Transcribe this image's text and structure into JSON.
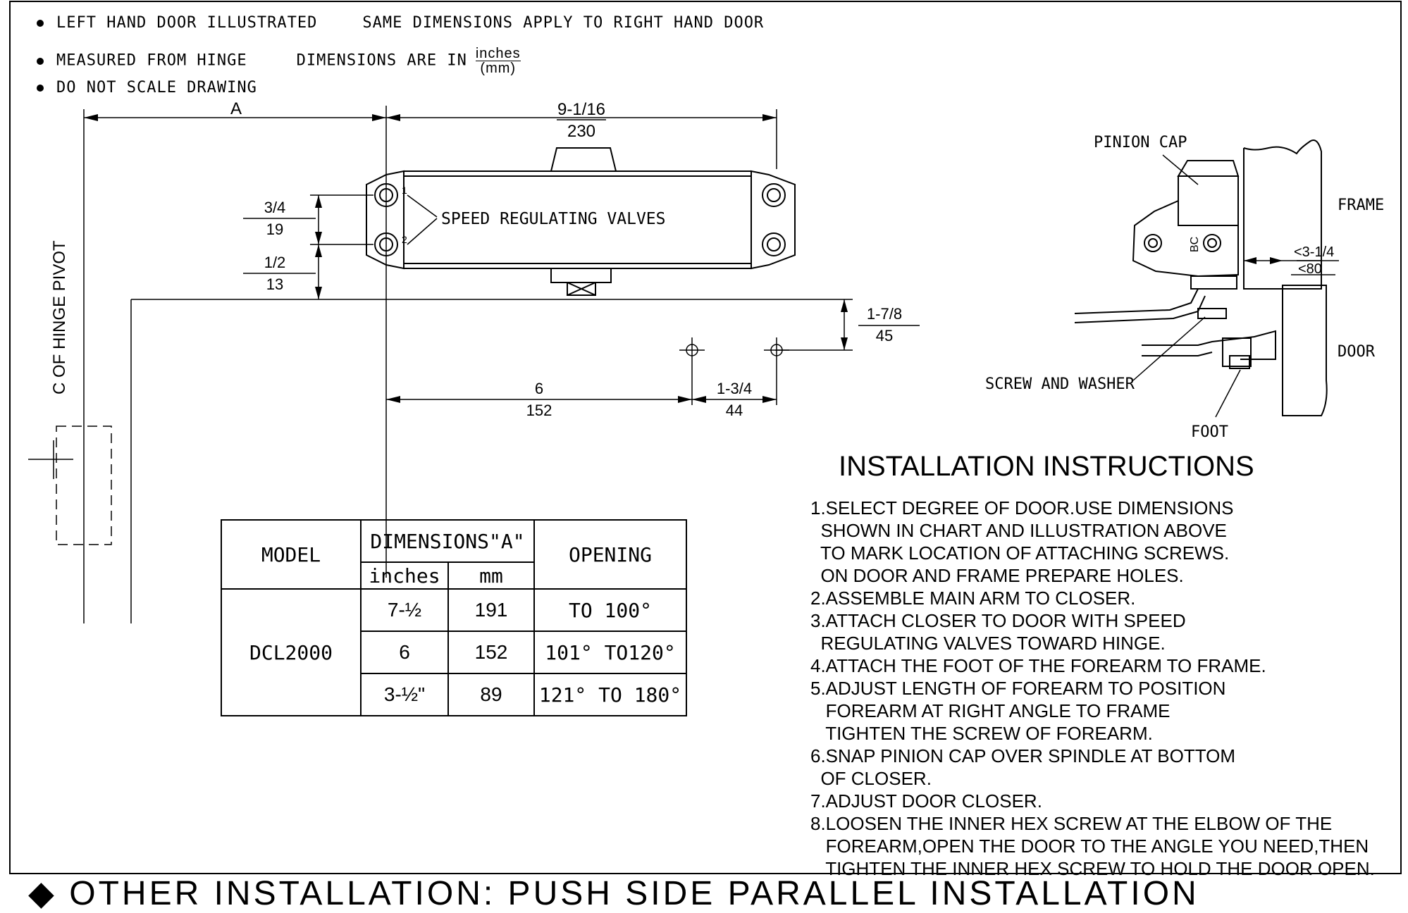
{
  "notes": [
    {
      "text": "LEFT HAND DOOR ILLUSTRATED",
      "extra": "SAME DIMENSIONS APPLY TO RIGHT HAND DOOR"
    },
    {
      "text": "MEASURED FROM HINGE",
      "extra": "DIMENSIONS ARE IN",
      "unit_top": "inches",
      "unit_bottom": "(mm)"
    },
    {
      "text": "DO NOT SCALE DRAWING"
    }
  ],
  "dimensions": {
    "a_label": "A",
    "width_in": "9-1/16",
    "width_mm": "230",
    "offset1_in": "3/4",
    "offset1_mm": "19",
    "offset2_in": "1/2",
    "offset2_mm": "13",
    "drop_in": "1-7/8",
    "drop_mm": "45",
    "hole1_in": "6",
    "hole1_mm": "152",
    "hole2_in": "1-3/4",
    "hole2_mm": "44",
    "valves_label": "SPEED REGULATING VALVES",
    "hinge_pivot_label": "C  OF HINGE PIVOT"
  },
  "side_view": {
    "pinion_cap": "PINION CAP",
    "frame": "FRAME",
    "door": "DOOR",
    "screw_washer": "SCREW AND WASHER",
    "foot": "FOOT",
    "gap_in": "<3-1/4",
    "gap_mm": "<80",
    "bc_label": "BC"
  },
  "table": {
    "header_model": "MODEL",
    "header_dim": "DIMENSIONS\"A\"",
    "header_opening": "OPENING",
    "sub_inches": "inches",
    "sub_mm": "mm",
    "model": "DCL2000",
    "rows": [
      {
        "inches": "7-½",
        "mm": "191",
        "opening": "TO 100°"
      },
      {
        "inches": "6",
        "mm": "152",
        "opening": "101° TO120°"
      },
      {
        "inches": "3-½\"",
        "mm": "89",
        "opening": "121° TO 180°"
      }
    ]
  },
  "instructions": {
    "title": "INSTALLATION INSTRUCTIONS",
    "lines": [
      "1.SELECT DEGREE OF DOOR.USE DIMENSIONS",
      "  SHOWN IN CHART AND ILLUSTRATION ABOVE",
      "  TO MARK LOCATION OF ATTACHING SCREWS.",
      "  ON DOOR AND FRAME PREPARE HOLES.",
      "2.ASSEMBLE MAIN ARM TO CLOSER.",
      "3.ATTACH CLOSER TO DOOR WITH SPEED",
      "  REGULATING VALVES TOWARD HINGE.",
      "4.ATTACH THE FOOT OF THE FOREARM TO FRAME.",
      "5.ADJUST LENGTH OF FOREARM TO POSITION",
      "   FOREARM AT RIGHT ANGLE TO FRAME",
      "   TIGHTEN THE SCREW OF FOREARM.",
      "6.SNAP PINION CAP OVER SPINDLE AT BOTTOM",
      "  OF CLOSER.",
      "7.ADJUST DOOR CLOSER.",
      "8.LOOSEN THE INNER HEX SCREW AT THE ELBOW OF THE",
      "   FOREARM,OPEN THE DOOR TO THE ANGLE YOU NEED,THEN",
      "   TIGHTEN THE INNER HEX SCREW TO HOLD THE DOOR OPEN."
    ]
  },
  "footer": "◆ OTHER  INSTALLATION: PUSH SIDE PARALLEL INSTALLATION"
}
